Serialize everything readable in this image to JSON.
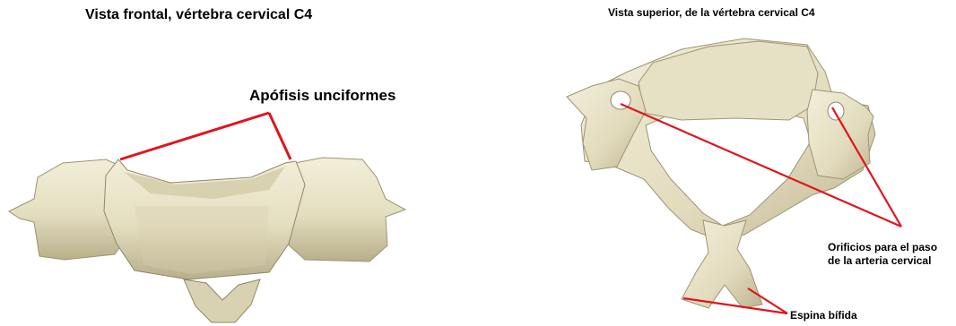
{
  "left_panel": {
    "title": "Vista frontal, vértebra cervical C4",
    "label_unciform": "Apófisis unciformes"
  },
  "right_panel": {
    "title": "Vista superior, de la vértebra cervical C4",
    "label_foramina_line1": "Orificios para el paso",
    "label_foramina_line2": "de la arteria cervical",
    "label_spine": "Espina bífida"
  },
  "colors": {
    "bone": "#e9e4c9",
    "bone_shadow": "#b9b18e",
    "bone_dark": "#8f8768",
    "pointer_line": "#e0141e"
  }
}
